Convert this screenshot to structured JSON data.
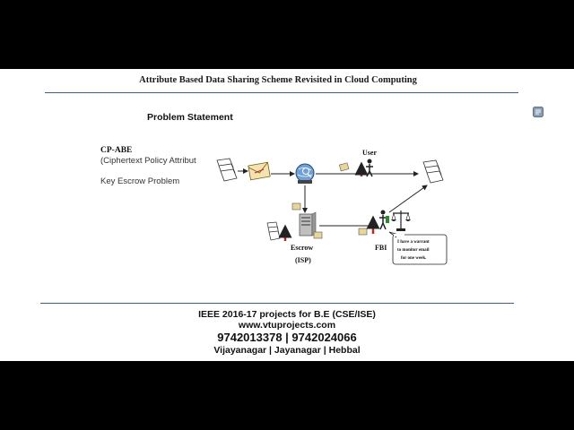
{
  "slide": {
    "title": "Attribute Based Data Sharing Scheme Revisited in Cloud Computing",
    "heading": "Problem Statement",
    "cpabe_label": "CP-ABE",
    "cipher_text": "(Ciphertext Policy Attribut",
    "key_escrow": "Key Escrow Problem"
  },
  "diagram": {
    "user_label": "User",
    "escrow_label": "Escrow",
    "isp_label": "(ISP)",
    "fbi_label": "FBI",
    "bubble_lines": [
      "I have a warrant",
      "to monitor email",
      "for one week."
    ]
  },
  "footer": {
    "line1": "IEEE 2016-17 projects for B.E (CSE/ISE)",
    "line2": "www.vtuprojects.com",
    "phones": "9742013378 | 9742024066",
    "locations": "Vijayanagar | Jayanagar | Hebbal"
  },
  "colors": {
    "rule": "#3b5f8a",
    "arrow": "#222222",
    "slide_bg": "#ffffff",
    "frame_bg": "#000000"
  }
}
